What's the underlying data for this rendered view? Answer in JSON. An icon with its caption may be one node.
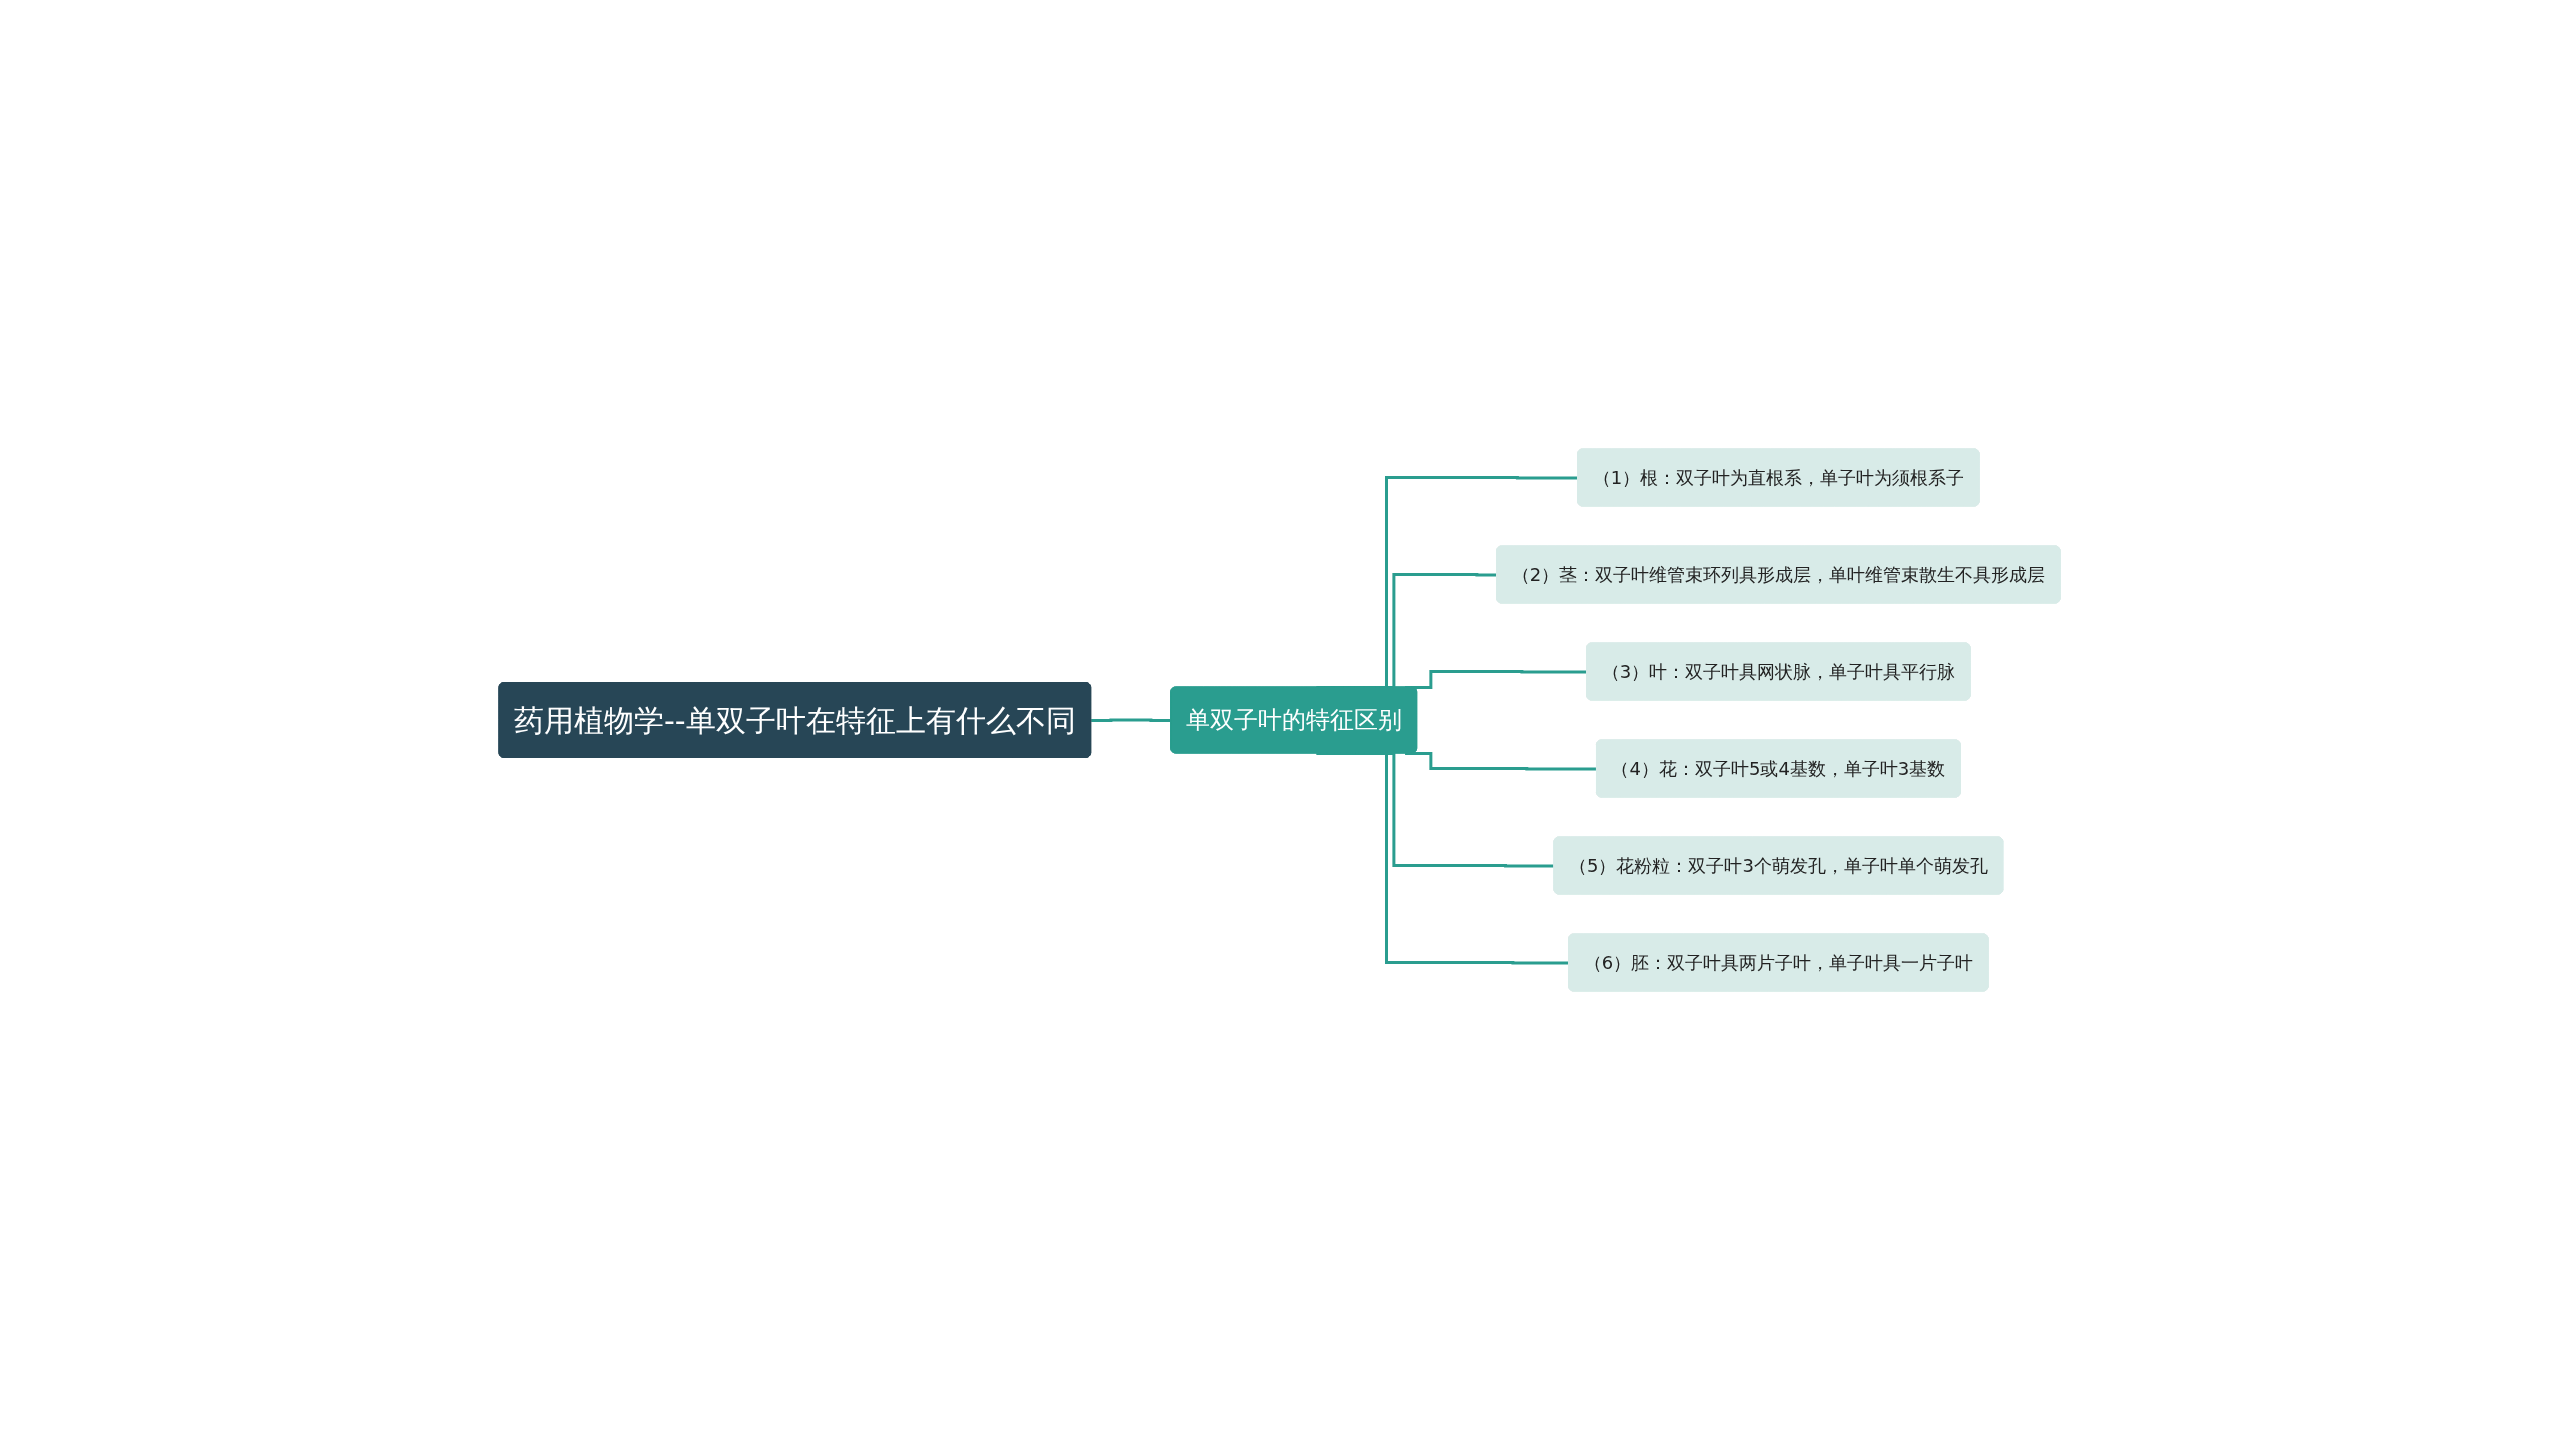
{
  "diagram": {
    "nodes": [
      {
        "text": [
          "药用植物学--单双子叶在特征上有什么不同"
        ]
      },
      {
        "text": [
          "单双子叶的特征区别"
        ]
      },
      {
        "text": [
          "（1）根：双子叶为直根系，单子叶为须根系子"
        ]
      },
      {
        "text": [
          "（2）茎：双子叶维管束环列具形成层，单叶维管束散生不具形成层"
        ]
      },
      {
        "text": [
          "（3）叶：双子叶具网状脉，单子叶具平行脉"
        ]
      },
      {
        "text": [
          "（4）花：双子叶5或4基数，单子叶3基数"
        ]
      },
      {
        "text": [
          "（5）花粉粒：双子叶3个萌发孔，单子叶单个萌发孔"
        ]
      },
      {
        "text": [
          "（6）胚：双子叶具两片子叶，单子叶具一片子叶"
        ]
      }
    ],
    "edges": [
      {
        "from": 0,
        "to": 1,
        "arrow": "none"
      },
      {
        "from": 1,
        "to": 2,
        "arrow": "none"
      },
      {
        "from": 1,
        "to": 3,
        "arrow": "none"
      },
      {
        "from": 1,
        "to": 4,
        "arrow": "none"
      },
      {
        "from": 1,
        "to": 5,
        "arrow": "none"
      },
      {
        "from": 1,
        "to": 6,
        "arrow": "none"
      },
      {
        "from": 1,
        "to": 7,
        "arrow": "none"
      }
    ]
  }
}
